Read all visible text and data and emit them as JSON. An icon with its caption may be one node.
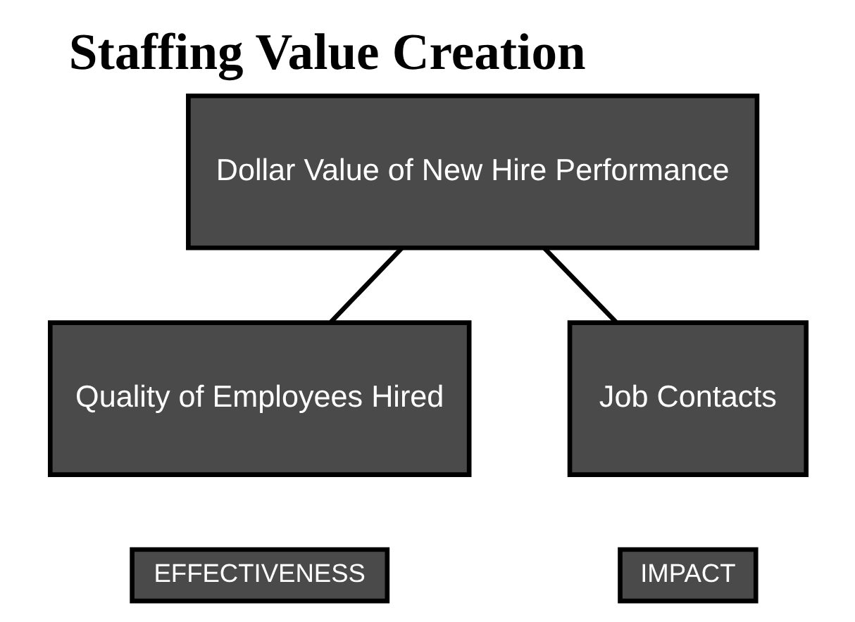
{
  "diagram": {
    "title": "Staffing Value Creation",
    "nodes": [
      {
        "text": [
          "Dollar Value of New Hire Performance"
        ]
      },
      {
        "text": [
          "Quality of Employees Hired"
        ]
      },
      {
        "text": [
          "Job Contacts"
        ]
      },
      {
        "text": [
          "EFFECTIVENESS"
        ]
      },
      {
        "text": [
          "IMPACT"
        ]
      }
    ],
    "edges": [
      {
        "from": 0,
        "to": 1,
        "arrow": "none"
      },
      {
        "from": 0,
        "to": 2,
        "arrow": "none"
      }
    ]
  }
}
